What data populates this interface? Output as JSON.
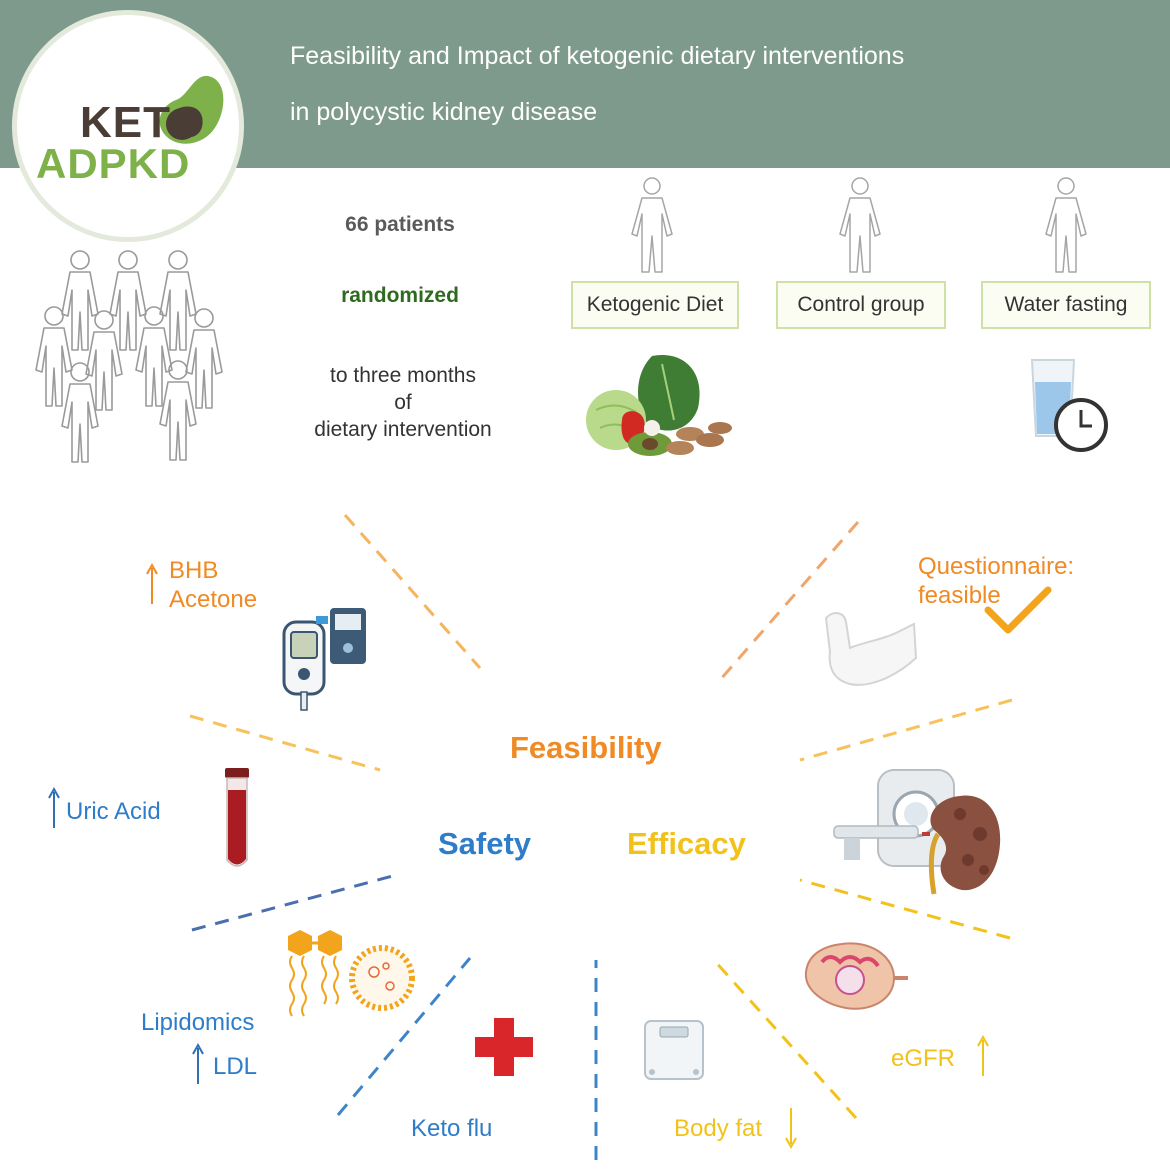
{
  "header": {
    "title_line1": "Feasibility and Impact of ketogenic dietary interventions",
    "title_line2": "in polycystic kidney disease"
  },
  "logo": {
    "text_top": "KETO",
    "text_bottom": "ADPKD"
  },
  "study": {
    "patients": "66 patients",
    "randomized": "randomized",
    "duration_line1": "to three months",
    "duration_line2": "of",
    "duration_line3": "dietary intervention"
  },
  "arms": [
    "Ketogenic Diet",
    "Control group",
    "Water fasting"
  ],
  "domains": {
    "feasibility": "Feasibility",
    "safety": "Safety",
    "efficacy": "Efficacy"
  },
  "outcomes": {
    "bhb": "BHB",
    "acetone": "Acetone",
    "questionnaire_line1": "Questionnaire:",
    "questionnaire_line2": "feasible",
    "uric_acid": "Uric Acid",
    "lipidomics": "Lipidomics",
    "ldl": "LDL",
    "keto_flu": "Keto flu",
    "body_fat": "Body fat",
    "egfr": "eGFR"
  },
  "colors": {
    "header_bg": "#7e9a8c",
    "feasibility": "#f08a24",
    "safety": "#2f7cc9",
    "efficacy": "#f2c21b",
    "randomized": "#2f6b1f",
    "logo_keto": "#4a3d35",
    "logo_adpkd": "#7fb14a"
  },
  "icons": [
    "person-outline-icon",
    "patient-group-icon",
    "vegetables-icon",
    "water-glass-icon",
    "clock-icon",
    "ketone-meter-icon",
    "flexed-arm-icon",
    "check-mark-icon",
    "blood-tube-icon",
    "mri-scanner-icon",
    "kidney-icon",
    "lipid-molecule-icon",
    "medical-cross-icon",
    "bathroom-scale-icon",
    "kidney-cross-section-icon",
    "arrow-up-icon",
    "arrow-down-icon"
  ]
}
